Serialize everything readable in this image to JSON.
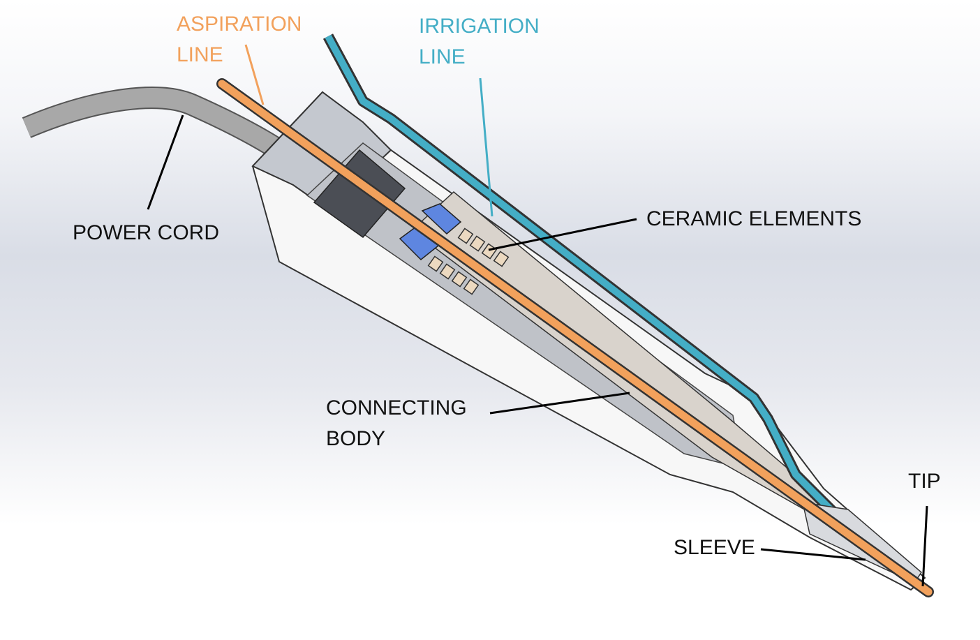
{
  "labels": {
    "aspiration_line": {
      "line1": "ASPIRATION",
      "line2": "LINE"
    },
    "irrigation_line": {
      "line1": "IRRIGATION",
      "line2": "LINE"
    },
    "power_cord": "POWER CORD",
    "ceramic_elements": "CERAMIC ELEMENTS",
    "connecting_body": {
      "line1": "CONNECTING",
      "line2": "BODY"
    },
    "tip": "TIP",
    "sleeve": "SLEEVE"
  },
  "colors": {
    "aspiration": "#f2a15c",
    "irrigation": "#44aec6",
    "label_text": "#111111",
    "housing": "#f7f7f7",
    "connecting_body": "#d9d3cc",
    "ceramic": "#ecd9c0",
    "blue_part": "#5e86e0",
    "power_cord": "#a8a8a8"
  }
}
